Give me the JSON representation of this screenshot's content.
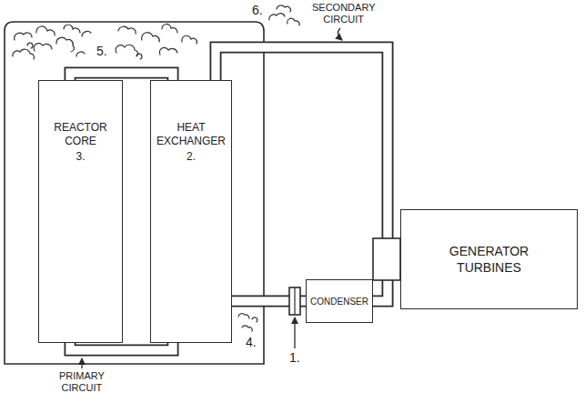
{
  "diagram": {
    "nodes": [
      {
        "text": [
          "REACTOR CORE",
          "3."
        ]
      },
      {
        "text": [
          "HEAT EXCHANGER",
          "2."
        ]
      },
      {
        "text": [
          "GENERATOR TURBINES"
        ]
      },
      {
        "text": [
          "CONDENSER"
        ]
      }
    ],
    "edges": [
      {
        "from": 0,
        "to": 1,
        "arrow": "none"
      },
      {
        "from": 0,
        "to": 1,
        "arrow": "none"
      },
      {
        "from": 1,
        "to": 2,
        "arrow": "none"
      },
      {
        "from": 2,
        "to": 3,
        "arrow": "none"
      },
      {
        "from": 3,
        "to": 1,
        "arrow": "none"
      }
    ],
    "labels": [
      "6.",
      "SECONDARY CIRCUIT",
      "5.",
      "4.",
      "1.",
      "PRIMARY CIRCUIT"
    ]
  }
}
